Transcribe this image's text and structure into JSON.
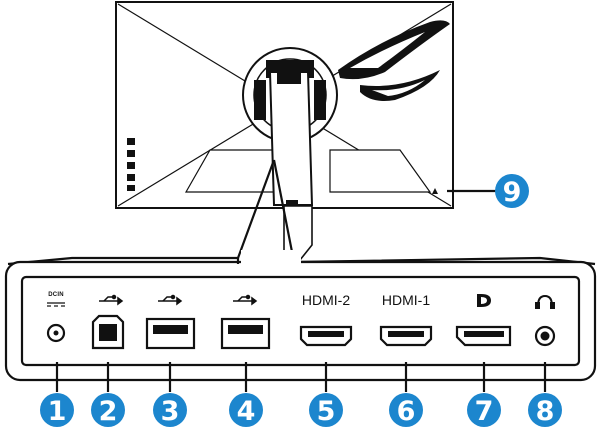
{
  "ports": [
    {
      "num": "1",
      "label": "DCIN",
      "kind": "dc",
      "icon": "dc-power-icon"
    },
    {
      "num": "2",
      "label": "",
      "kind": "usb-b",
      "icon": "usb-icon"
    },
    {
      "num": "3",
      "label": "",
      "kind": "usb-a",
      "icon": "usb-icon"
    },
    {
      "num": "4",
      "label": "",
      "kind": "usb-a",
      "icon": "usb-icon"
    },
    {
      "num": "5",
      "label": "HDMI-2",
      "kind": "hdmi",
      "icon": ""
    },
    {
      "num": "6",
      "label": "HDMI-1",
      "kind": "hdmi",
      "icon": ""
    },
    {
      "num": "7",
      "label": "",
      "kind": "dp",
      "icon": "displayport-icon"
    },
    {
      "num": "8",
      "label": "",
      "kind": "audio",
      "icon": "headphone-icon"
    }
  ],
  "lock": {
    "num": "9",
    "icon": "kensington-lock-icon"
  },
  "colors": {
    "accent": "#1c86ce",
    "line": "#111111"
  }
}
